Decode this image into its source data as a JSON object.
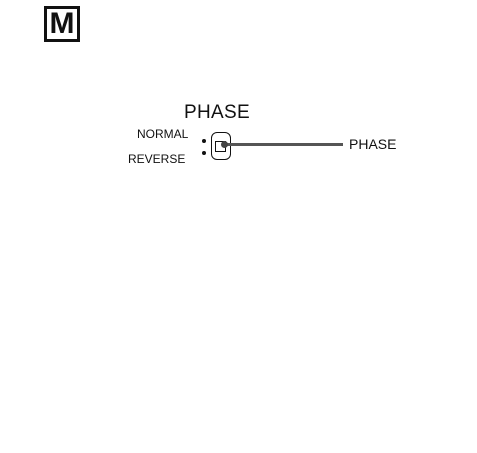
{
  "badge": {
    "letter": "M"
  },
  "panel": {
    "title": "PHASE",
    "options": {
      "normal": "NORMAL",
      "reverse": "REVERSE"
    },
    "selected": "normal"
  },
  "callout": {
    "label": "PHASE"
  },
  "colors": {
    "ink": "#111111",
    "leader": "#555555",
    "background": "#ffffff"
  }
}
